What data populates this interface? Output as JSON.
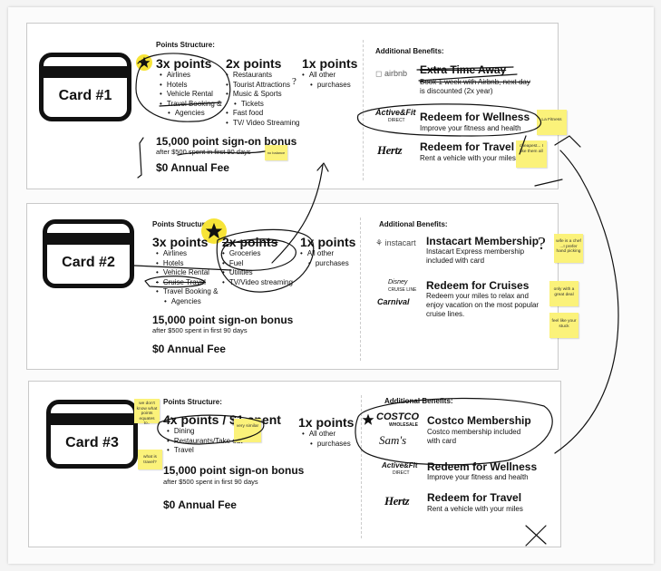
{
  "colors": {
    "sticky": "#fbf27a",
    "ink": "#111111",
    "highlight": "#f7e437"
  },
  "card1": {
    "name": "Card #1",
    "points_heading": "Points Structure:",
    "t3": {
      "title": "3x points",
      "items": [
        "Airlines",
        "Hotels",
        "Vehicle Rental",
        "Travel Booking &",
        "Agencies"
      ]
    },
    "t2": {
      "title": "2x points",
      "items": [
        "Restaurants",
        "Tourist Attractions",
        "Music & Sports",
        "Tickets",
        "Fast food",
        "TV/ Video Streaming"
      ]
    },
    "t1": {
      "title": "1x points",
      "items": [
        "All other",
        "purchases"
      ]
    },
    "bonus": "15,000 point sign-on bonus",
    "bonus_sub": "after $500 spent in first 90 days",
    "fee": "$0 Annual Fee",
    "benefits_heading": "Additional Benefits:",
    "b1": {
      "logo": "airbnb",
      "title": "Extra Time Away",
      "desc1": "Book 1 week with Airbnb, next day",
      "desc2": "is discounted (2x year)"
    },
    "b2": {
      "logo_top": "Active&Fit",
      "logo_bottom": "DIRECT",
      "title": "Redeem for Wellness",
      "desc": "Improve your fitness and health"
    },
    "b3": {
      "logo": "Hertz",
      "title": "Redeem for Travel",
      "desc": "Rent a vehicle with your miles"
    },
    "notes": {
      "la_fitness": "La Fitness",
      "cheapest": "cheapest... I like them all",
      "balance": "no balance"
    },
    "ink": {
      "question": "?"
    }
  },
  "card2": {
    "name": "Card #2",
    "points_heading": "Points Structure:",
    "t3": {
      "title": "3x points",
      "items": [
        "Airlines",
        "Hotels",
        "Vehicle Rental",
        "Cruise Travel",
        "Travel Booking &",
        "Agencies"
      ]
    },
    "t2": {
      "title": "2x points",
      "items": [
        "Groceries",
        "Fuel",
        "Utilities",
        "TV/Video streaming"
      ]
    },
    "t1": {
      "title": "1x points",
      "items": [
        "All other",
        "purchases"
      ]
    },
    "bonus": "15,000 point sign-on bonus",
    "bonus_sub": "after $500 spent in first 90 days",
    "fee": "$0 Annual Fee",
    "benefits_heading": "Additional Benefits:",
    "b1": {
      "logo": "instacart",
      "title": "Instacart Membership",
      "desc1": "Instacart Express membership",
      "desc2": "included with card"
    },
    "b2": {
      "logo_top": "Disney",
      "logo_mid": "CRUISE LINE",
      "logo_bottom": "Carnival",
      "title": "Redeem for Cruises",
      "desc1": "Redeem your miles to relax and",
      "desc2": "enjoy vacation on the most popular",
      "desc3": "cruise lines."
    },
    "notes": {
      "chef": "wife is a chef ...I prefer hand picking",
      "great_deal": "only with a great deal",
      "stuck": "feel like your stuck"
    },
    "ink": {
      "question": "?"
    }
  },
  "card3": {
    "name": "Card #3",
    "points_heading": "Points Structure:",
    "t4": {
      "title": "4x points / $1 spent",
      "items": [
        "Dining",
        "Restaurants/Take out",
        "Travel"
      ]
    },
    "t1": {
      "title": "1x points",
      "items": [
        "All other",
        "purchases"
      ]
    },
    "bonus": "15,000 point sign-on bonus",
    "bonus_sub": "after $500 spent in first 90 days",
    "fee": "$0 Annual Fee",
    "benefits_heading": "Additional Benefits:",
    "b1": {
      "logo_top": "COSTCO",
      "logo_bottom": "WHOLESALE",
      "title": "Costco Membership",
      "desc1": "Costco membership included",
      "desc2": "with card",
      "handwritten": "Sam's"
    },
    "b2": {
      "logo_top": "Active&Fit",
      "logo_bottom": "DIRECT",
      "title": "Redeem for Wellness",
      "desc": "Improve your fitness and health"
    },
    "b3": {
      "logo": "Hertz",
      "title": "Redeem for Travel",
      "desc": "Rent a vehicle with your miles"
    },
    "notes": {
      "dont_know": "we don't know what points equates to..",
      "very_similar": "very similar",
      "travel": "what is travel?"
    }
  }
}
